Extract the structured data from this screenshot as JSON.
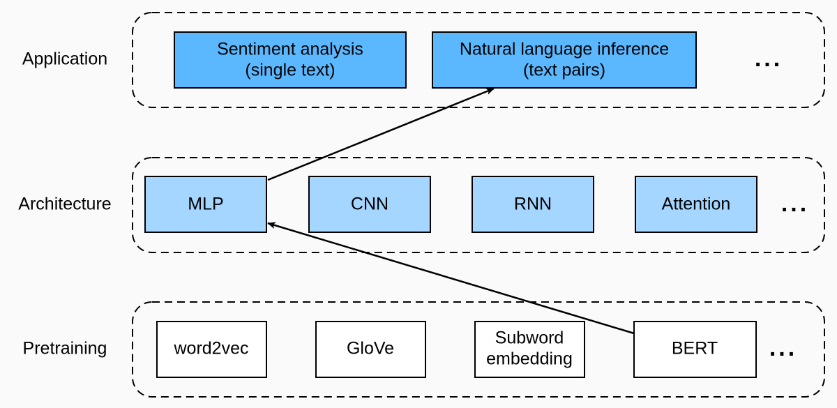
{
  "layers": {
    "application": {
      "label": "Application",
      "nodes": [
        {
          "line1": "Sentiment analysis",
          "line2": "(single text)"
        },
        {
          "line1": "Natural language inference",
          "line2": "(text pairs)"
        }
      ],
      "more": "..."
    },
    "architecture": {
      "label": "Architecture",
      "nodes": [
        {
          "label": "MLP"
        },
        {
          "label": "CNN"
        },
        {
          "label": "RNN"
        },
        {
          "label": "Attention"
        }
      ],
      "more": "..."
    },
    "pretraining": {
      "label": "Pretraining",
      "nodes": [
        {
          "label": "word2vec"
        },
        {
          "label": "GloVe"
        },
        {
          "line1": "Subword",
          "line2": "embedding"
        },
        {
          "label": "BERT"
        }
      ],
      "more": "..."
    }
  },
  "colors": {
    "application_fill": "#5bb8ff",
    "architecture_fill": "#a5d6ff",
    "pretraining_fill": "#ffffff",
    "stroke": "#000000"
  }
}
